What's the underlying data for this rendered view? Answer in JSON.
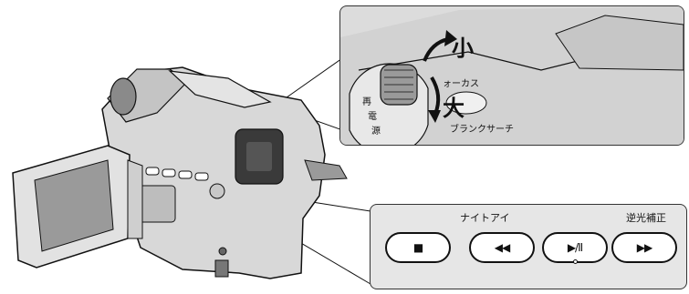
{
  "zoom_detail": {
    "small_label": "小",
    "large_label": "大",
    "focus_label": "ォーカス",
    "blank_search_label": "ブランクサーチ",
    "dial_labels": [
      "再",
      "電",
      "源"
    ]
  },
  "buttons_detail": {
    "night_eye_label": "ナイトアイ",
    "backlight_label": "逆光補正",
    "stop_button": "■",
    "rewind_button": "◀◀",
    "play_pause_button": "▶/II",
    "fast_forward_button": "▶▶"
  },
  "colors": {
    "panel_bg": "#e6e6e6",
    "outline": "#111111",
    "camera_body": "#d8d8d8",
    "screen": "#9a9a9a"
  }
}
